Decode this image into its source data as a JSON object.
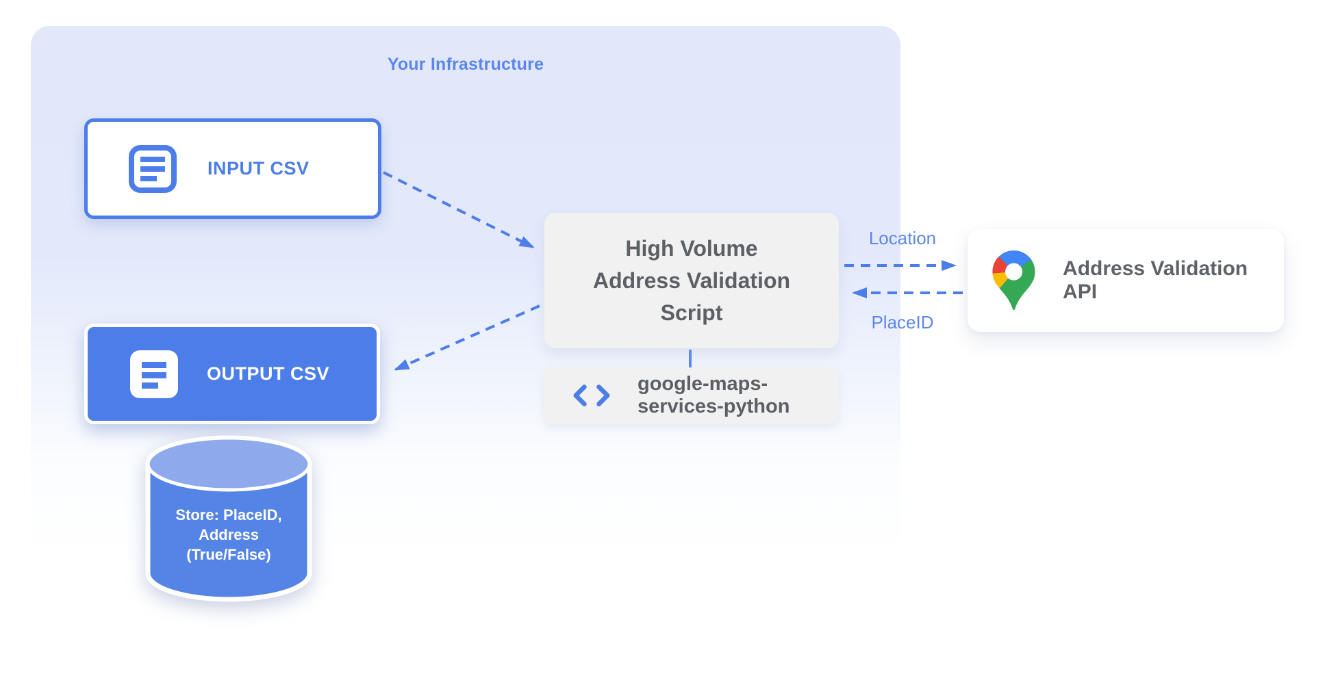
{
  "diagram": {
    "container_label": "Your Infrastructure",
    "nodes": {
      "input_csv": {
        "label": "INPUT CSV",
        "icon": "document-icon"
      },
      "output_csv": {
        "label": "OUTPUT CSV",
        "icon": "document-icon"
      },
      "datastore": {
        "icon": "database-cylinder-icon",
        "lines": [
          "Store: PlaceID,",
          "Address",
          "(True/False)"
        ]
      },
      "script": {
        "lines": [
          "High Volume",
          "Address Validation",
          "Script"
        ]
      },
      "library": {
        "icon": "code-icon",
        "lines": [
          "google-maps-",
          "services-python"
        ]
      },
      "api": {
        "label": "Address Validation API",
        "icon": "google-maps-pin-icon"
      }
    },
    "edge_labels": {
      "location": "Location",
      "placeid": "PlaceID"
    },
    "colors": {
      "accent_blue": "#4c7de8",
      "label_blue": "#5b86ed",
      "edge_label_blue": "#5e87ee",
      "container_bg": "#e2e8fa",
      "node_gray_bg": "#f1f1f2",
      "dark_gray_text": "#5c6065",
      "cylinder_body": "#5584e7",
      "cylinder_top": "#8faaec",
      "pin_blue": "#4285F4",
      "pin_red": "#EA4335",
      "pin_yellow": "#FBBC04",
      "pin_green": "#34A853"
    }
  }
}
